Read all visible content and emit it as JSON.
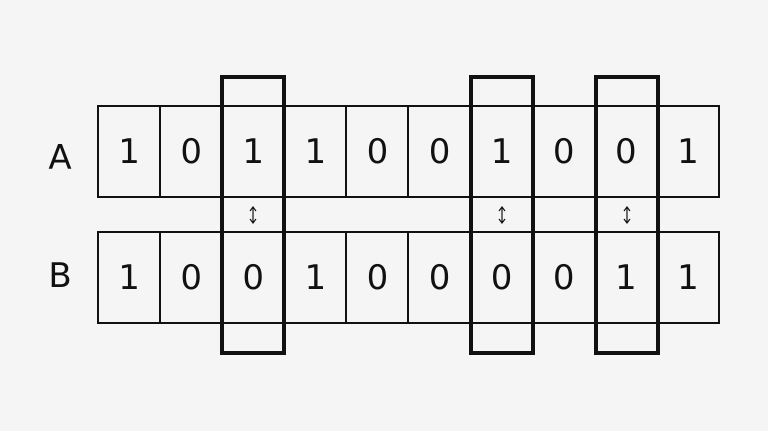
{
  "rows": [
    {
      "label": "A",
      "bits": [
        "1",
        "0",
        "1",
        "1",
        "0",
        "0",
        "1",
        "0",
        "0",
        "1"
      ]
    },
    {
      "label": "B",
      "bits": [
        "1",
        "0",
        "0",
        "1",
        "0",
        "0",
        "0",
        "0",
        "1",
        "1"
      ]
    }
  ],
  "highlighted_columns": [
    2,
    6,
    8
  ],
  "icons": {
    "swap": "up-down-arrow-icon"
  }
}
